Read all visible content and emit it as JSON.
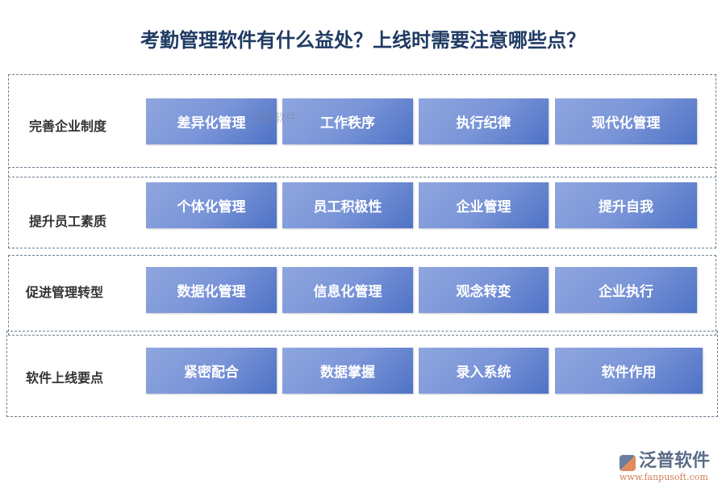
{
  "title": "考勤管理软件有什么益处？上线时需要注意哪些点？",
  "sections": [
    {
      "label": "完善企业制度",
      "items": [
        "差异化管理",
        "工作秩序",
        "执行纪律",
        "现代化管理"
      ]
    },
    {
      "label": "提升员工素质",
      "items": [
        "个体化管理",
        "员工积极性",
        "企业管理",
        "提升自我"
      ]
    },
    {
      "label": "促进管理转型",
      "items": [
        "数据化管理",
        "信息化管理",
        "观念转变",
        "企业执行"
      ]
    },
    {
      "label": "软件上线要点",
      "items": [
        "紧密配合",
        "数据掌握",
        "录入系统",
        "软件作用"
      ]
    }
  ],
  "watermark": "泛普软件",
  "logo": {
    "name": "泛普软件",
    "url": "www.fanpusoft.com"
  }
}
